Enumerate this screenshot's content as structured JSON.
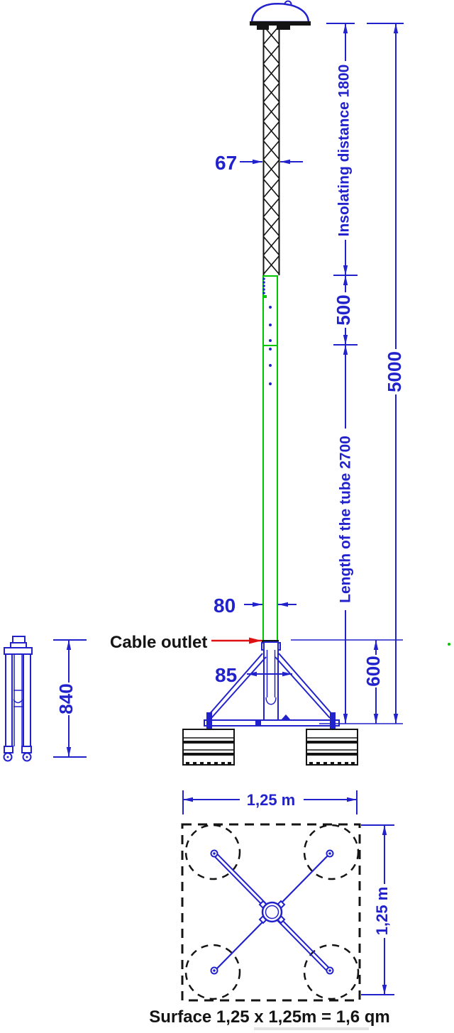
{
  "colors": {
    "blue": "#2222cc",
    "green": "#00c400",
    "red": "#dd1111",
    "black": "#141414"
  },
  "elevation": {
    "lattice_width_label": "67",
    "insulating_label": "Insolating distance 1800",
    "overlap_label": "500",
    "total_height_label": "5000",
    "tube_length_label": "Length of the tube 2700",
    "tube_width_label": "80",
    "cable_outlet_label": "Cable outlet",
    "brace_span_label": "85",
    "base_height_label": "600"
  },
  "side_view": {
    "folded_height_label": "840"
  },
  "plan_view": {
    "width_label": "1,25 m",
    "depth_label": "1,25 m",
    "caption": "Surface 1,25 x 1,25m = 1,6 qm"
  }
}
